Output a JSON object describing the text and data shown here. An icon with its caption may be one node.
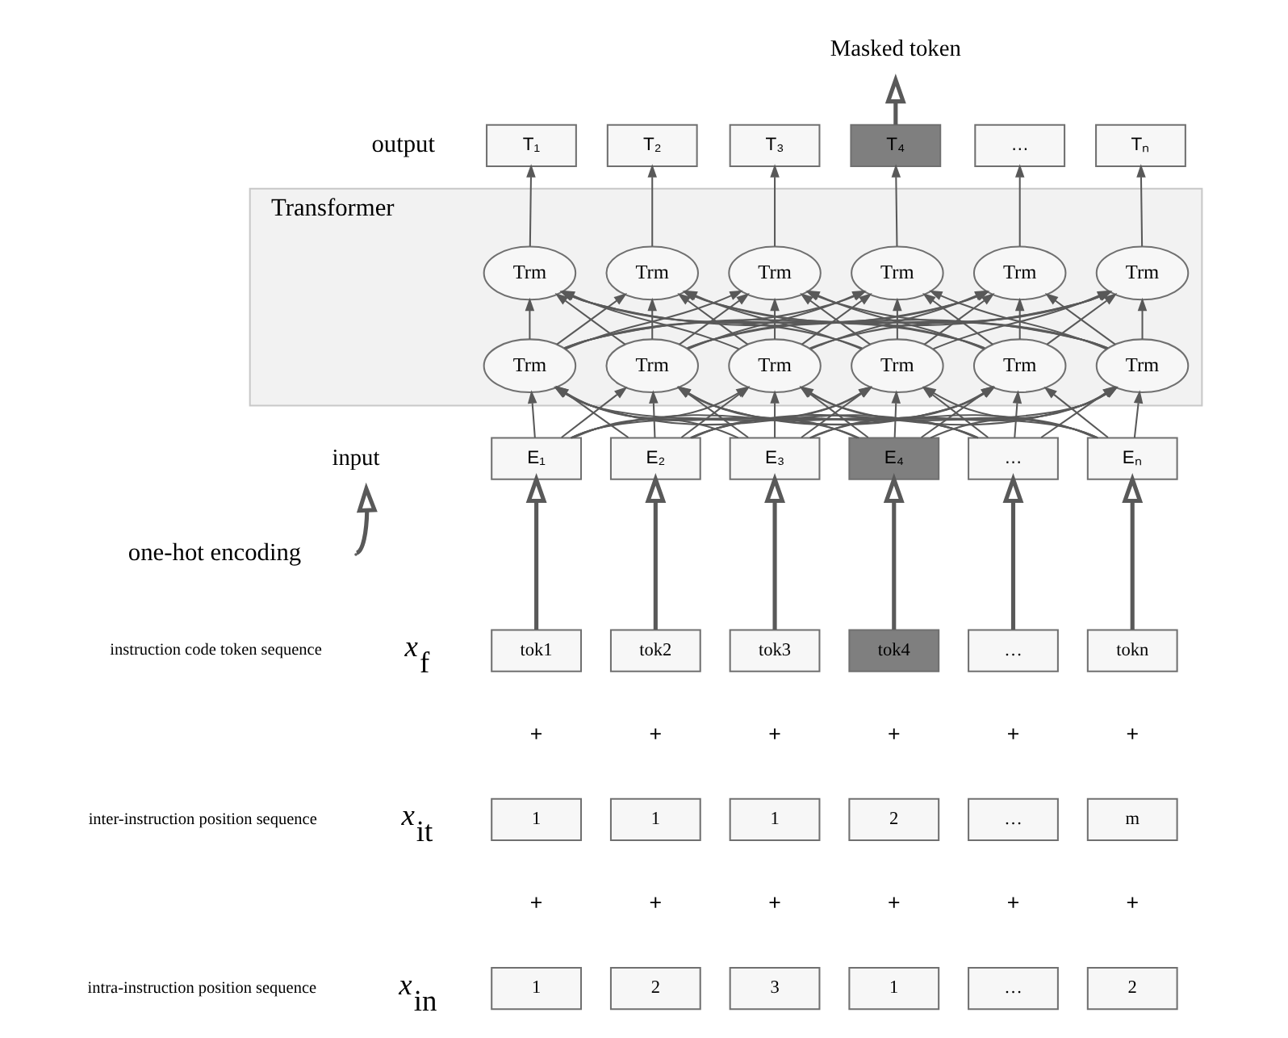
{
  "diagram": {
    "nodes": [
      {
        "text": [
          "Transformer"
        ]
      },
      {
        "text": [
          "T₁"
        ]
      },
      {
        "text": [
          "T₂"
        ]
      },
      {
        "text": [
          "T₃"
        ]
      },
      {
        "text": [
          "T₄"
        ]
      },
      {
        "text": [
          "…"
        ]
      },
      {
        "text": [
          "Tₙ"
        ]
      },
      {
        "text": [
          "Trm"
        ],
        "in": 0
      },
      {
        "text": [
          "Trm"
        ],
        "in": 0
      },
      {
        "text": [
          "Trm"
        ],
        "in": 0
      },
      {
        "text": [
          "Trm"
        ],
        "in": 0
      },
      {
        "text": [
          "Trm"
        ],
        "in": 0
      },
      {
        "text": [
          "Trm"
        ],
        "in": 0
      },
      {
        "text": [
          "Trm"
        ],
        "in": 0
      },
      {
        "text": [
          "Trm"
        ],
        "in": 0
      },
      {
        "text": [
          "Trm"
        ],
        "in": 0
      },
      {
        "text": [
          "Trm"
        ],
        "in": 0
      },
      {
        "text": [
          "Trm"
        ],
        "in": 0
      },
      {
        "text": [
          "Trm"
        ],
        "in": 0
      },
      {
        "text": [
          "E₁"
        ]
      },
      {
        "text": [
          "E₂"
        ]
      },
      {
        "text": [
          "E₃"
        ]
      },
      {
        "text": [
          "E₄"
        ]
      },
      {
        "text": [
          "…"
        ]
      },
      {
        "text": [
          "Eₙ"
        ]
      },
      {
        "text": [
          "tok1"
        ]
      },
      {
        "text": [
          "tok2"
        ]
      },
      {
        "text": [
          "tok3"
        ]
      },
      {
        "text": [
          "tok4"
        ]
      },
      {
        "text": [
          "…"
        ]
      },
      {
        "text": [
          "tokn"
        ]
      },
      {
        "text": [
          "1"
        ]
      },
      {
        "text": [
          "1"
        ]
      },
      {
        "text": [
          "1"
        ]
      },
      {
        "text": [
          "2"
        ]
      },
      {
        "text": [
          "…"
        ]
      },
      {
        "text": [
          "m"
        ]
      },
      {
        "text": [
          "1"
        ]
      },
      {
        "text": [
          "2"
        ]
      },
      {
        "text": [
          "3"
        ]
      },
      {
        "text": [
          "1"
        ]
      },
      {
        "text": [
          "…"
        ]
      },
      {
        "text": [
          "2"
        ]
      },
      {
        "text": [
          "Masked token"
        ]
      },
      {
        "text": [
          "input"
        ]
      }
    ],
    "edges": [
      {
        "from": 7,
        "to": 1,
        "arrow": "to"
      },
      {
        "from": 8,
        "to": 2,
        "arrow": "to"
      },
      {
        "from": 9,
        "to": 3,
        "arrow": "to"
      },
      {
        "from": 10,
        "to": 4,
        "arrow": "to"
      },
      {
        "from": 11,
        "to": 5,
        "arrow": "to"
      },
      {
        "from": 12,
        "to": 6,
        "arrow": "to"
      },
      {
        "from": 13,
        "to": 7,
        "arrow": "to"
      },
      {
        "from": 13,
        "to": 8,
        "arrow": "to"
      },
      {
        "from": 13,
        "to": 9,
        "arrow": "to"
      },
      {
        "from": 13,
        "to": 10,
        "arrow": "to"
      },
      {
        "from": 13,
        "to": 11,
        "arrow": "to"
      },
      {
        "from": 13,
        "to": 12,
        "arrow": "to"
      },
      {
        "from": 14,
        "to": 7,
        "arrow": "to"
      },
      {
        "from": 14,
        "to": 8,
        "arrow": "to"
      },
      {
        "from": 14,
        "to": 9,
        "arrow": "to"
      },
      {
        "from": 14,
        "to": 10,
        "arrow": "to"
      },
      {
        "from": 14,
        "to": 11,
        "arrow": "to"
      },
      {
        "from": 14,
        "to": 12,
        "arrow": "to"
      },
      {
        "from": 15,
        "to": 7,
        "arrow": "to"
      },
      {
        "from": 15,
        "to": 8,
        "arrow": "to"
      },
      {
        "from": 15,
        "to": 9,
        "arrow": "to"
      },
      {
        "from": 15,
        "to": 10,
        "arrow": "to"
      },
      {
        "from": 15,
        "to": 11,
        "arrow": "to"
      },
      {
        "from": 15,
        "to": 12,
        "arrow": "to"
      },
      {
        "from": 16,
        "to": 7,
        "arrow": "to"
      },
      {
        "from": 16,
        "to": 8,
        "arrow": "to"
      },
      {
        "from": 16,
        "to": 9,
        "arrow": "to"
      },
      {
        "from": 16,
        "to": 10,
        "arrow": "to"
      },
      {
        "from": 16,
        "to": 11,
        "arrow": "to"
      },
      {
        "from": 16,
        "to": 12,
        "arrow": "to"
      },
      {
        "from": 17,
        "to": 7,
        "arrow": "to"
      },
      {
        "from": 17,
        "to": 8,
        "arrow": "to"
      },
      {
        "from": 17,
        "to": 9,
        "arrow": "to"
      },
      {
        "from": 17,
        "to": 10,
        "arrow": "to"
      },
      {
        "from": 17,
        "to": 11,
        "arrow": "to"
      },
      {
        "from": 17,
        "to": 12,
        "arrow": "to"
      },
      {
        "from": 18,
        "to": 7,
        "arrow": "to"
      },
      {
        "from": 18,
        "to": 8,
        "arrow": "to"
      },
      {
        "from": 18,
        "to": 9,
        "arrow": "to"
      },
      {
        "from": 18,
        "to": 10,
        "arrow": "to"
      },
      {
        "from": 18,
        "to": 11,
        "arrow": "to"
      },
      {
        "from": 18,
        "to": 12,
        "arrow": "to"
      },
      {
        "from": 19,
        "to": 13,
        "arrow": "to"
      },
      {
        "from": 19,
        "to": 14,
        "arrow": "to"
      },
      {
        "from": 19,
        "to": 15,
        "arrow": "to"
      },
      {
        "from": 19,
        "to": 16,
        "arrow": "to"
      },
      {
        "from": 19,
        "to": 17,
        "arrow": "to"
      },
      {
        "from": 19,
        "to": 18,
        "arrow": "to"
      },
      {
        "from": 20,
        "to": 13,
        "arrow": "to"
      },
      {
        "from": 20,
        "to": 14,
        "arrow": "to"
      },
      {
        "from": 20,
        "to": 15,
        "arrow": "to"
      },
      {
        "from": 20,
        "to": 16,
        "arrow": "to"
      },
      {
        "from": 20,
        "to": 17,
        "arrow": "to"
      },
      {
        "from": 20,
        "to": 18,
        "arrow": "to"
      },
      {
        "from": 21,
        "to": 13,
        "arrow": "to"
      },
      {
        "from": 21,
        "to": 14,
        "arrow": "to"
      },
      {
        "from": 21,
        "to": 15,
        "arrow": "to"
      },
      {
        "from": 21,
        "to": 16,
        "arrow": "to"
      },
      {
        "from": 21,
        "to": 17,
        "arrow": "to"
      },
      {
        "from": 21,
        "to": 18,
        "arrow": "to"
      },
      {
        "from": 22,
        "to": 13,
        "arrow": "to"
      },
      {
        "from": 22,
        "to": 14,
        "arrow": "to"
      },
      {
        "from": 22,
        "to": 15,
        "arrow": "to"
      },
      {
        "from": 22,
        "to": 16,
        "arrow": "to"
      },
      {
        "from": 22,
        "to": 17,
        "arrow": "to"
      },
      {
        "from": 22,
        "to": 18,
        "arrow": "to"
      },
      {
        "from": 23,
        "to": 13,
        "arrow": "to"
      },
      {
        "from": 23,
        "to": 14,
        "arrow": "to"
      },
      {
        "from": 23,
        "to": 15,
        "arrow": "to"
      },
      {
        "from": 23,
        "to": 16,
        "arrow": "to"
      },
      {
        "from": 23,
        "to": 17,
        "arrow": "to"
      },
      {
        "from": 23,
        "to": 18,
        "arrow": "to"
      },
      {
        "from": 24,
        "to": 13,
        "arrow": "to"
      },
      {
        "from": 24,
        "to": 14,
        "arrow": "to"
      },
      {
        "from": 24,
        "to": 15,
        "arrow": "to"
      },
      {
        "from": 24,
        "to": 16,
        "arrow": "to"
      },
      {
        "from": 24,
        "to": 17,
        "arrow": "to"
      },
      {
        "from": 24,
        "to": 18,
        "arrow": "to"
      },
      {
        "from": 25,
        "to": 19,
        "arrow": "to",
        "style": "thick"
      },
      {
        "from": 26,
        "to": 20,
        "arrow": "to",
        "style": "thick"
      },
      {
        "from": 27,
        "to": 21,
        "arrow": "to",
        "style": "thick"
      },
      {
        "from": 28,
        "to": 22,
        "arrow": "to",
        "style": "thick"
      },
      {
        "from": 29,
        "to": 23,
        "arrow": "to",
        "style": "thick"
      },
      {
        "from": 30,
        "to": 24,
        "arrow": "to",
        "style": "thick"
      },
      {
        "from": 4,
        "to": 43,
        "arrow": "to",
        "style": "thick"
      },
      {
        "from": null,
        "to": 44,
        "arrow": "to",
        "style": "thick"
      }
    ],
    "labels": [
      "output",
      "one-hot encoding",
      "instruction code token sequence",
      "*x*$_{f}$",
      "+",
      "+",
      "+",
      "+",
      "+",
      "+",
      "inter-instruction position sequence",
      "*x*$_{it}$",
      "+",
      "+",
      "+",
      "+",
      "+",
      "+",
      "intra-instruction position sequence",
      "*x*$_{in}$"
    ]
  }
}
